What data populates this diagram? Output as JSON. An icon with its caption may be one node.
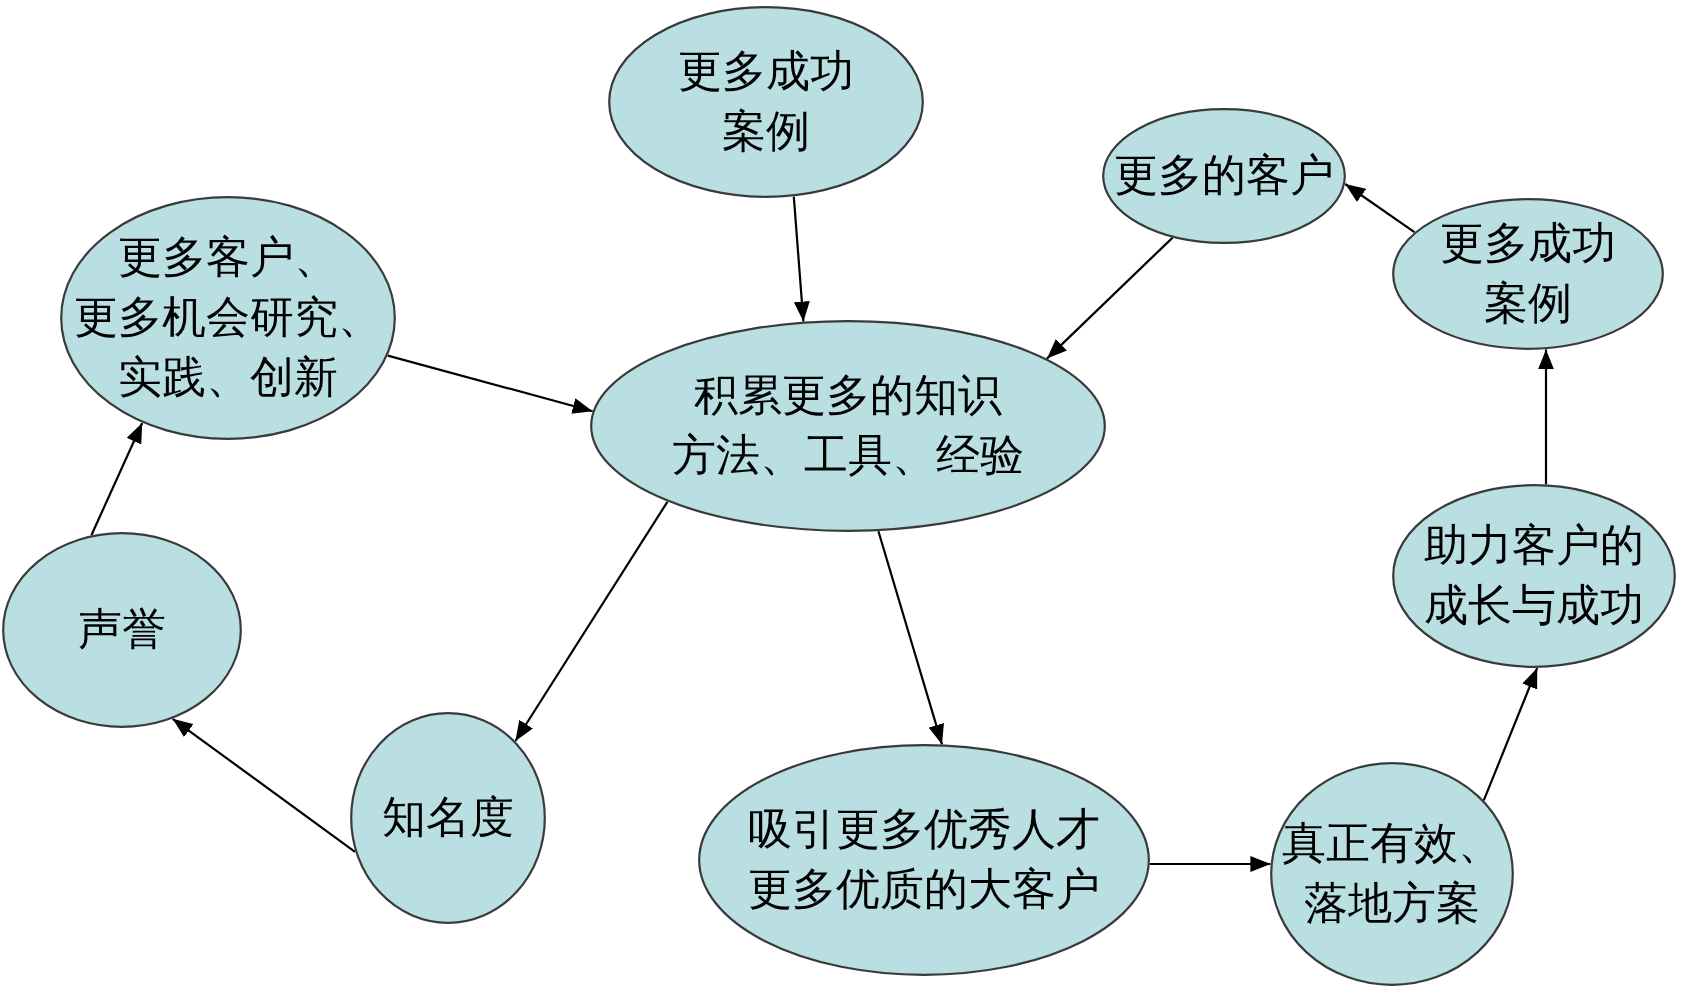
{
  "diagram": {
    "nodes": [
      {
        "text": [
          "更多成功案例"
        ]
      },
      {
        "text": [
          "更多的客户"
        ]
      },
      {
        "text": [
          "更多客户、更多机会研究、实践、创新"
        ]
      },
      {
        "text": [
          "更多成功案例"
        ]
      },
      {
        "text": [
          "积累更多的知识方法、工具、经验"
        ]
      },
      {
        "text": [
          "助力客户的成长与成功"
        ]
      },
      {
        "text": [
          "声誉"
        ]
      },
      {
        "text": [
          "知名度"
        ]
      },
      {
        "text": [
          "吸引更多优秀人才更多优质的大客户"
        ]
      },
      {
        "text": [
          "真正有效、落地方案"
        ]
      }
    ],
    "edges": [
      {
        "from": 0,
        "to": 4,
        "arrow": "to"
      },
      {
        "from": 3,
        "to": 1,
        "arrow": "to"
      },
      {
        "from": 2,
        "to": 4,
        "arrow": "to"
      },
      {
        "from": 1,
        "to": 4,
        "arrow": "to"
      },
      {
        "from": 5,
        "to": 3,
        "arrow": "to"
      },
      {
        "from": 4,
        "to": 7,
        "arrow": "to"
      },
      {
        "from": 4,
        "to": 8,
        "arrow": "to"
      },
      {
        "from": 6,
        "to": 2,
        "arrow": "to"
      },
      {
        "from": 7,
        "to": 6,
        "arrow": "to"
      },
      {
        "from": 8,
        "to": 9,
        "arrow": "to"
      },
      {
        "from": 9,
        "to": 5,
        "arrow": "to"
      }
    ]
  }
}
